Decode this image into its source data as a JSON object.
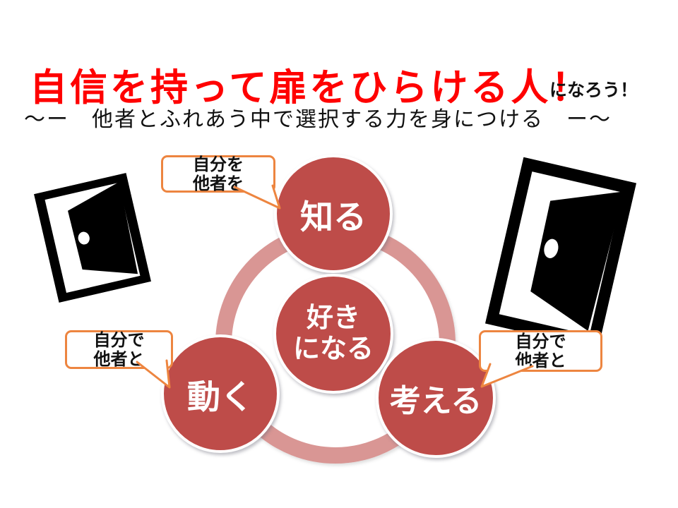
{
  "slide": {
    "title": "自信を持って扉をひらける人！",
    "title_suffix": "になろう！",
    "subtitle": "～ー　他者とふれあう中で選択する力を身につける　ー～"
  },
  "diagram": {
    "circles": {
      "top": {
        "label": "知る"
      },
      "center": {
        "line1": "好き",
        "line2": "になる"
      },
      "left": {
        "label": "動く"
      },
      "right": {
        "label": "考える"
      }
    },
    "callouts": {
      "top": {
        "line1": "自分を",
        "line2": "他者を"
      },
      "left": {
        "line1": "自分で",
        "line2": "他者と"
      },
      "right": {
        "line1": "自分で",
        "line2": "他者と"
      }
    }
  },
  "icons": {
    "left_door": "open-door-icon",
    "right_door": "open-door-icon"
  },
  "colors": {
    "title_red": "#FF0000",
    "text_black": "#111111",
    "circle_red": "#BE4C49",
    "ring_pink": "#D99694",
    "callout_border_orange": "#ED8540",
    "door_black": "#000000"
  }
}
